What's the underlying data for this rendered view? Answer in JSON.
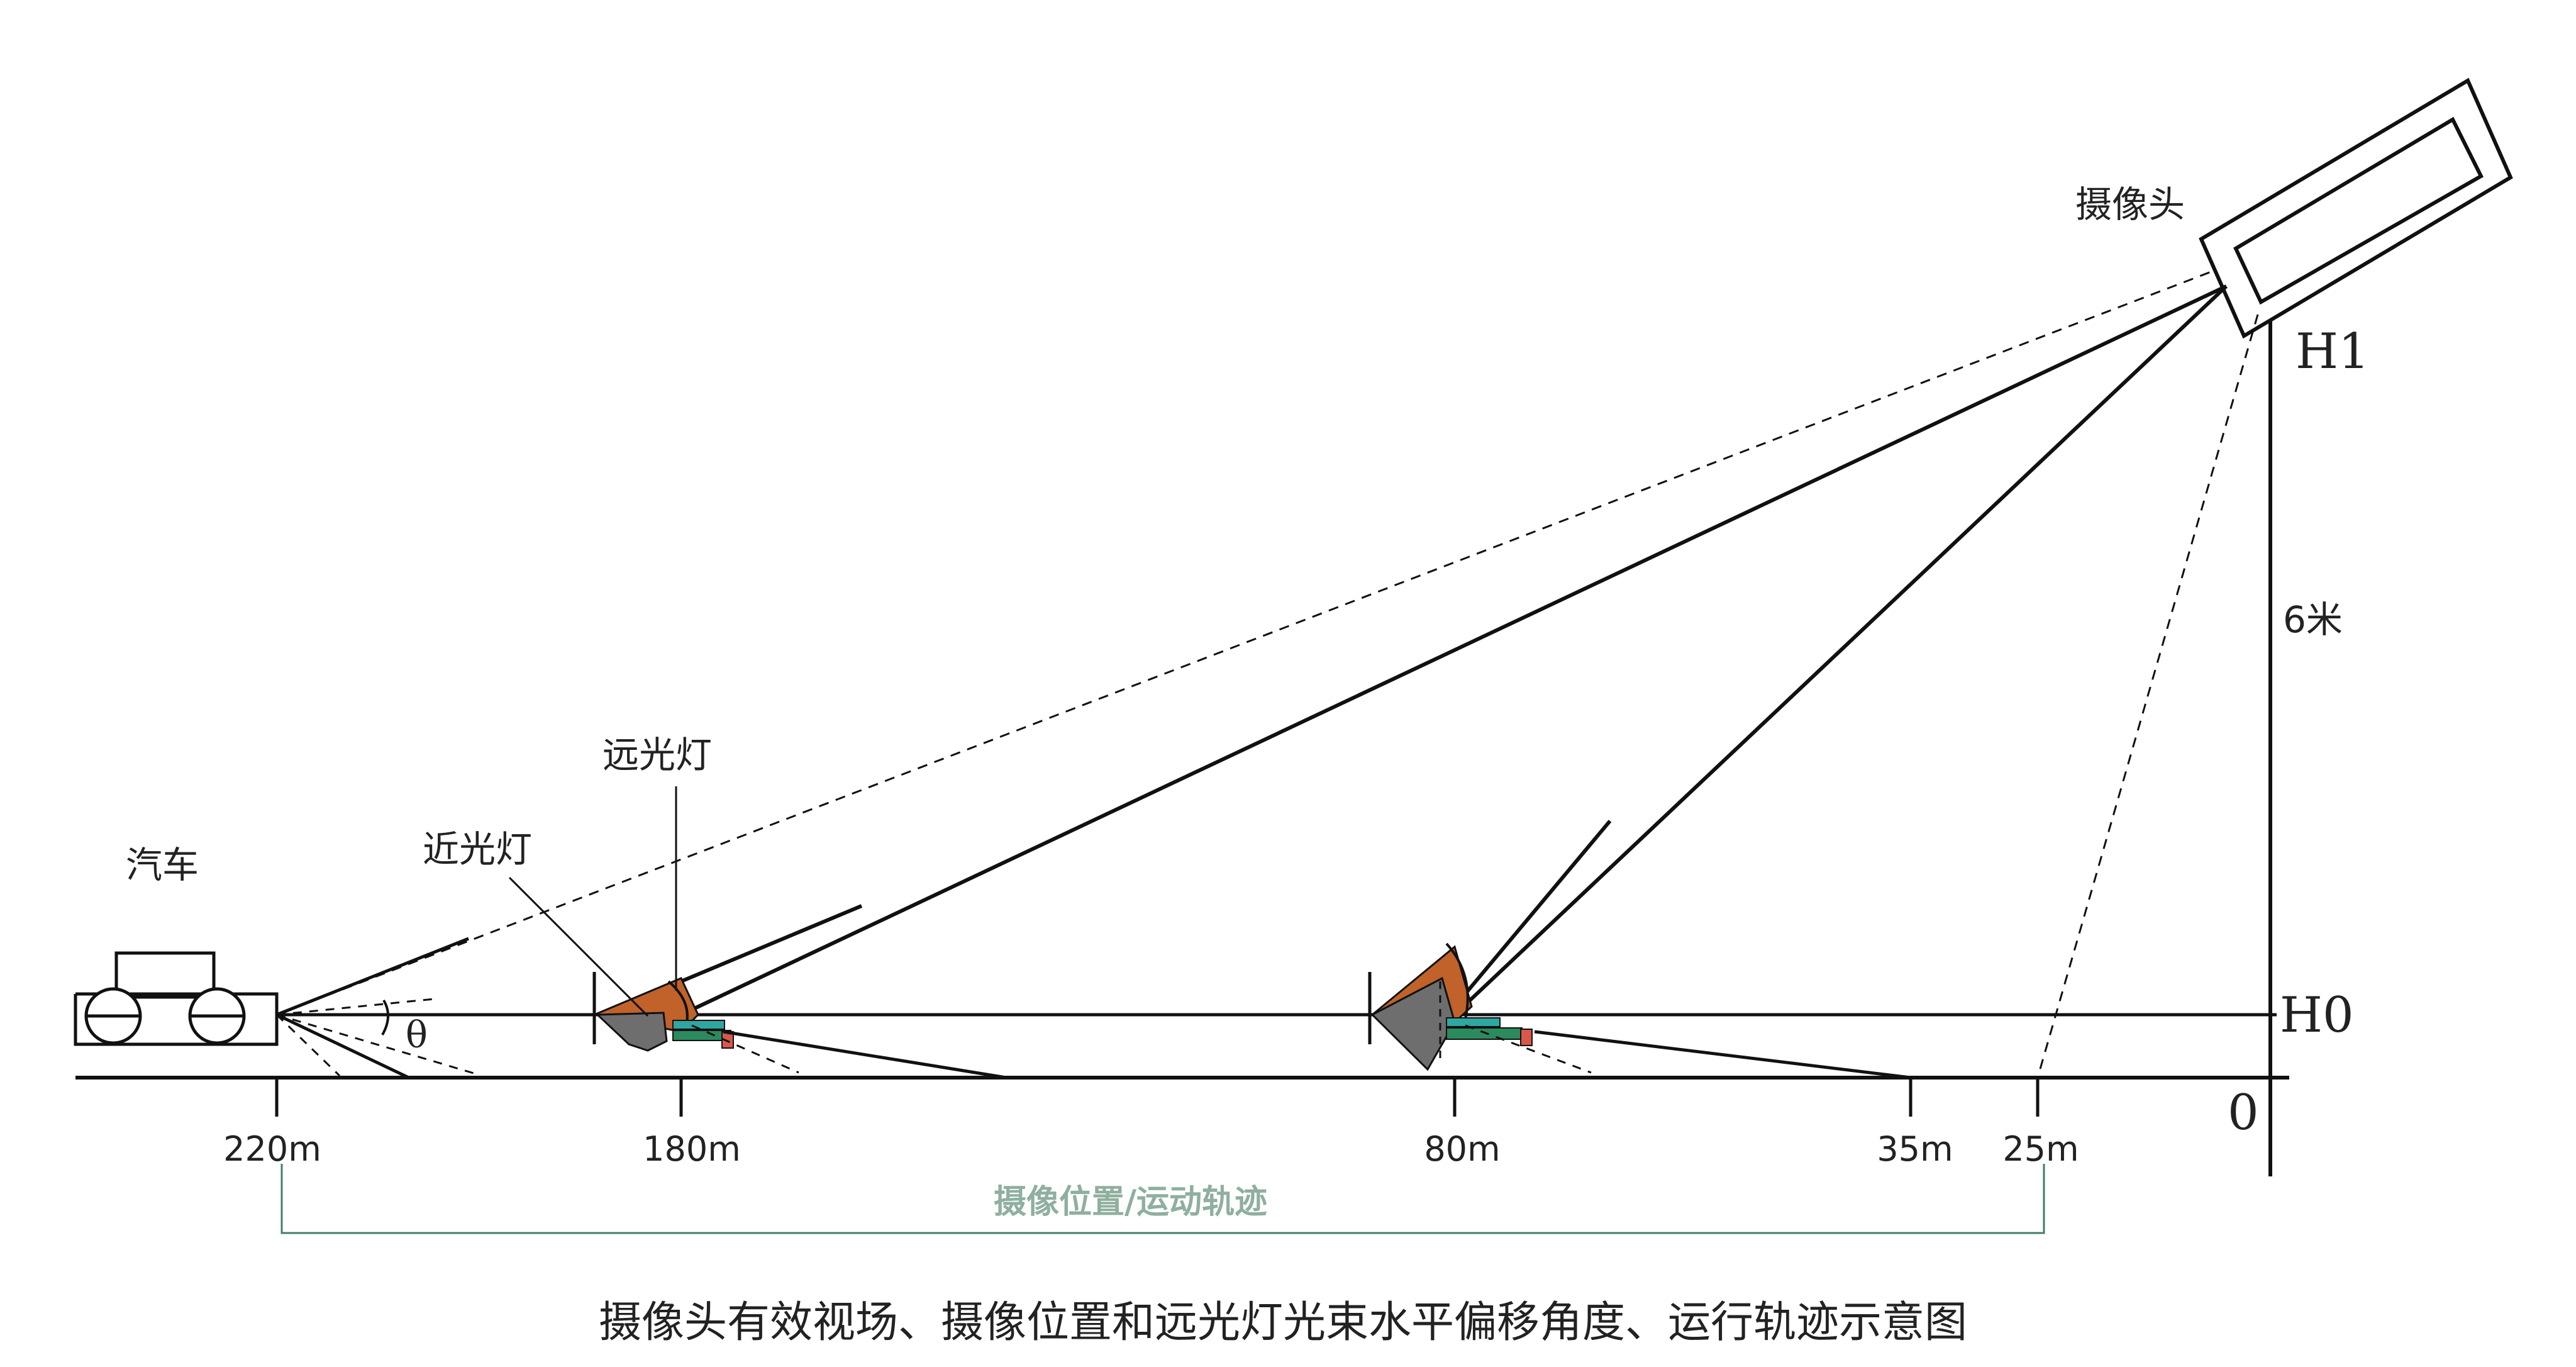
{
  "labels": {
    "camera": "摄像头",
    "car": "汽车",
    "high_beam": "远光灯",
    "low_beam": "近光灯",
    "h1": "H1",
    "h0": "H0",
    "origin": "0",
    "height": "6米",
    "angle": "θ",
    "track": "摄像位置/运动轨迹",
    "caption": "摄像头有效视场、摄像位置和远光灯光束水平偏移角度、运行轨迹示意图"
  },
  "distances": [
    "220m",
    "180m",
    "80m",
    "35m",
    "25m"
  ],
  "colors": {
    "line": "#111111",
    "track": "#3f7f66",
    "track_text": "#8faf9f",
    "beam_orange": "#c0622a",
    "lamp_gray": "#6e6e6e",
    "lamp_green": "#2b8a5e",
    "lamp_teal": "#2fa7a0",
    "lamp_red": "#d8584a"
  }
}
